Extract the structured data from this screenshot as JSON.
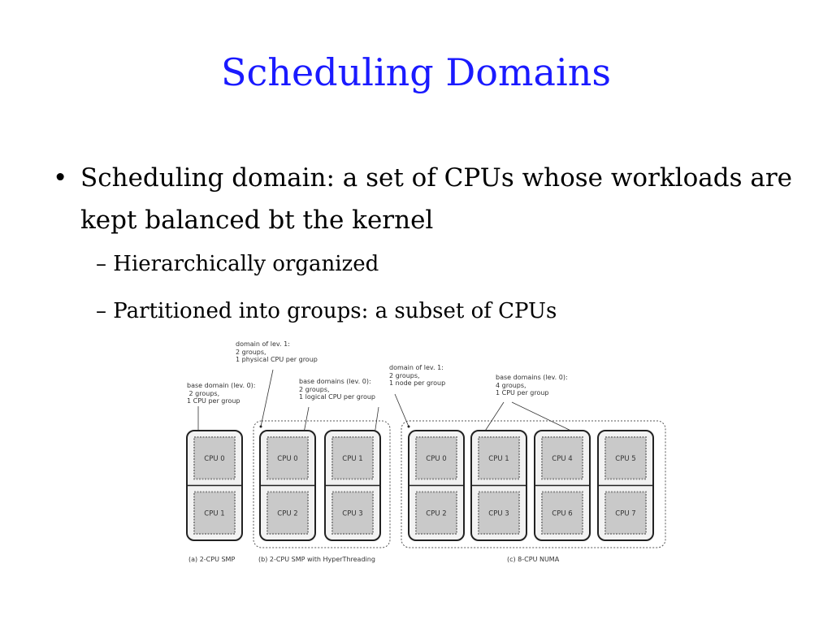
{
  "slide": {
    "title": "Scheduling Domains",
    "bullet": "Scheduling domain: a set of CPUs whose workloads are kept balanced bt the kernel",
    "subbullets": [
      "Hierarchically organized",
      "Partitioned into groups: a subset of CPUs"
    ]
  },
  "diagram": {
    "annotations": {
      "a_base": "base domain (lev. 0):\n 2 groups,\n1 CPU per group",
      "b_top": "domain of lev. 1:\n2 groups,\n1 physical CPU per group",
      "b_base": "base domains (lev. 0):\n2 groups,\n1 logical CPU per group",
      "c_top": "domain of lev. 1:\n2 groups,\n1 node per group",
      "c_base": "base domains (lev. 0):\n4 groups,\n1 CPU per group"
    },
    "captions": {
      "a": "(a) 2-CPU SMP",
      "b": "(b) 2-CPU SMP with HyperThreading",
      "c": "(c) 8-CPU NUMA"
    },
    "cpus": [
      "CPU 0",
      "CPU 1",
      "CPU 0",
      "CPU 2",
      "CPU 1",
      "CPU 3",
      "CPU 0",
      "CPU 2",
      "CPU 1",
      "CPU 3",
      "CPU 4",
      "CPU 6",
      "CPU 5",
      "CPU 7"
    ]
  }
}
